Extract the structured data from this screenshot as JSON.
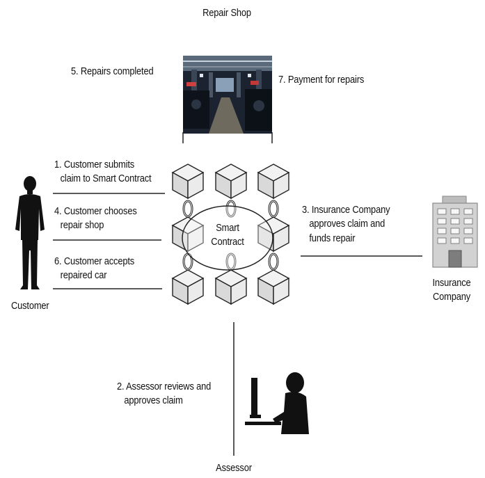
{
  "nodes": {
    "repair_shop": "Repair Shop",
    "customer": "Customer",
    "insurance_company": [
      "Insurance",
      "Company"
    ],
    "assessor": "Assessor",
    "smart_contract": [
      "Smart",
      "Contract"
    ]
  },
  "steps": {
    "s1": [
      "1. Customer submits",
      "claim to Smart Contract"
    ],
    "s2": [
      "2. Assessor reviews and",
      "approves claim"
    ],
    "s3": [
      "3. Insurance Company",
      "approves claim and",
      "funds repair"
    ],
    "s4": [
      "4. Customer chooses",
      "repair shop"
    ],
    "s5": "5. Repairs completed",
    "s6": [
      "6. Customer accepts",
      "repaired car"
    ],
    "s7": "7. Payment for repairs"
  },
  "icons": {
    "customer": "person-silhouette-icon",
    "repair_shop": "garage-photo",
    "insurance": "office-building-icon",
    "assessor": "person-at-computer-icon",
    "blockchain": "blockchain-cubes-icon"
  }
}
